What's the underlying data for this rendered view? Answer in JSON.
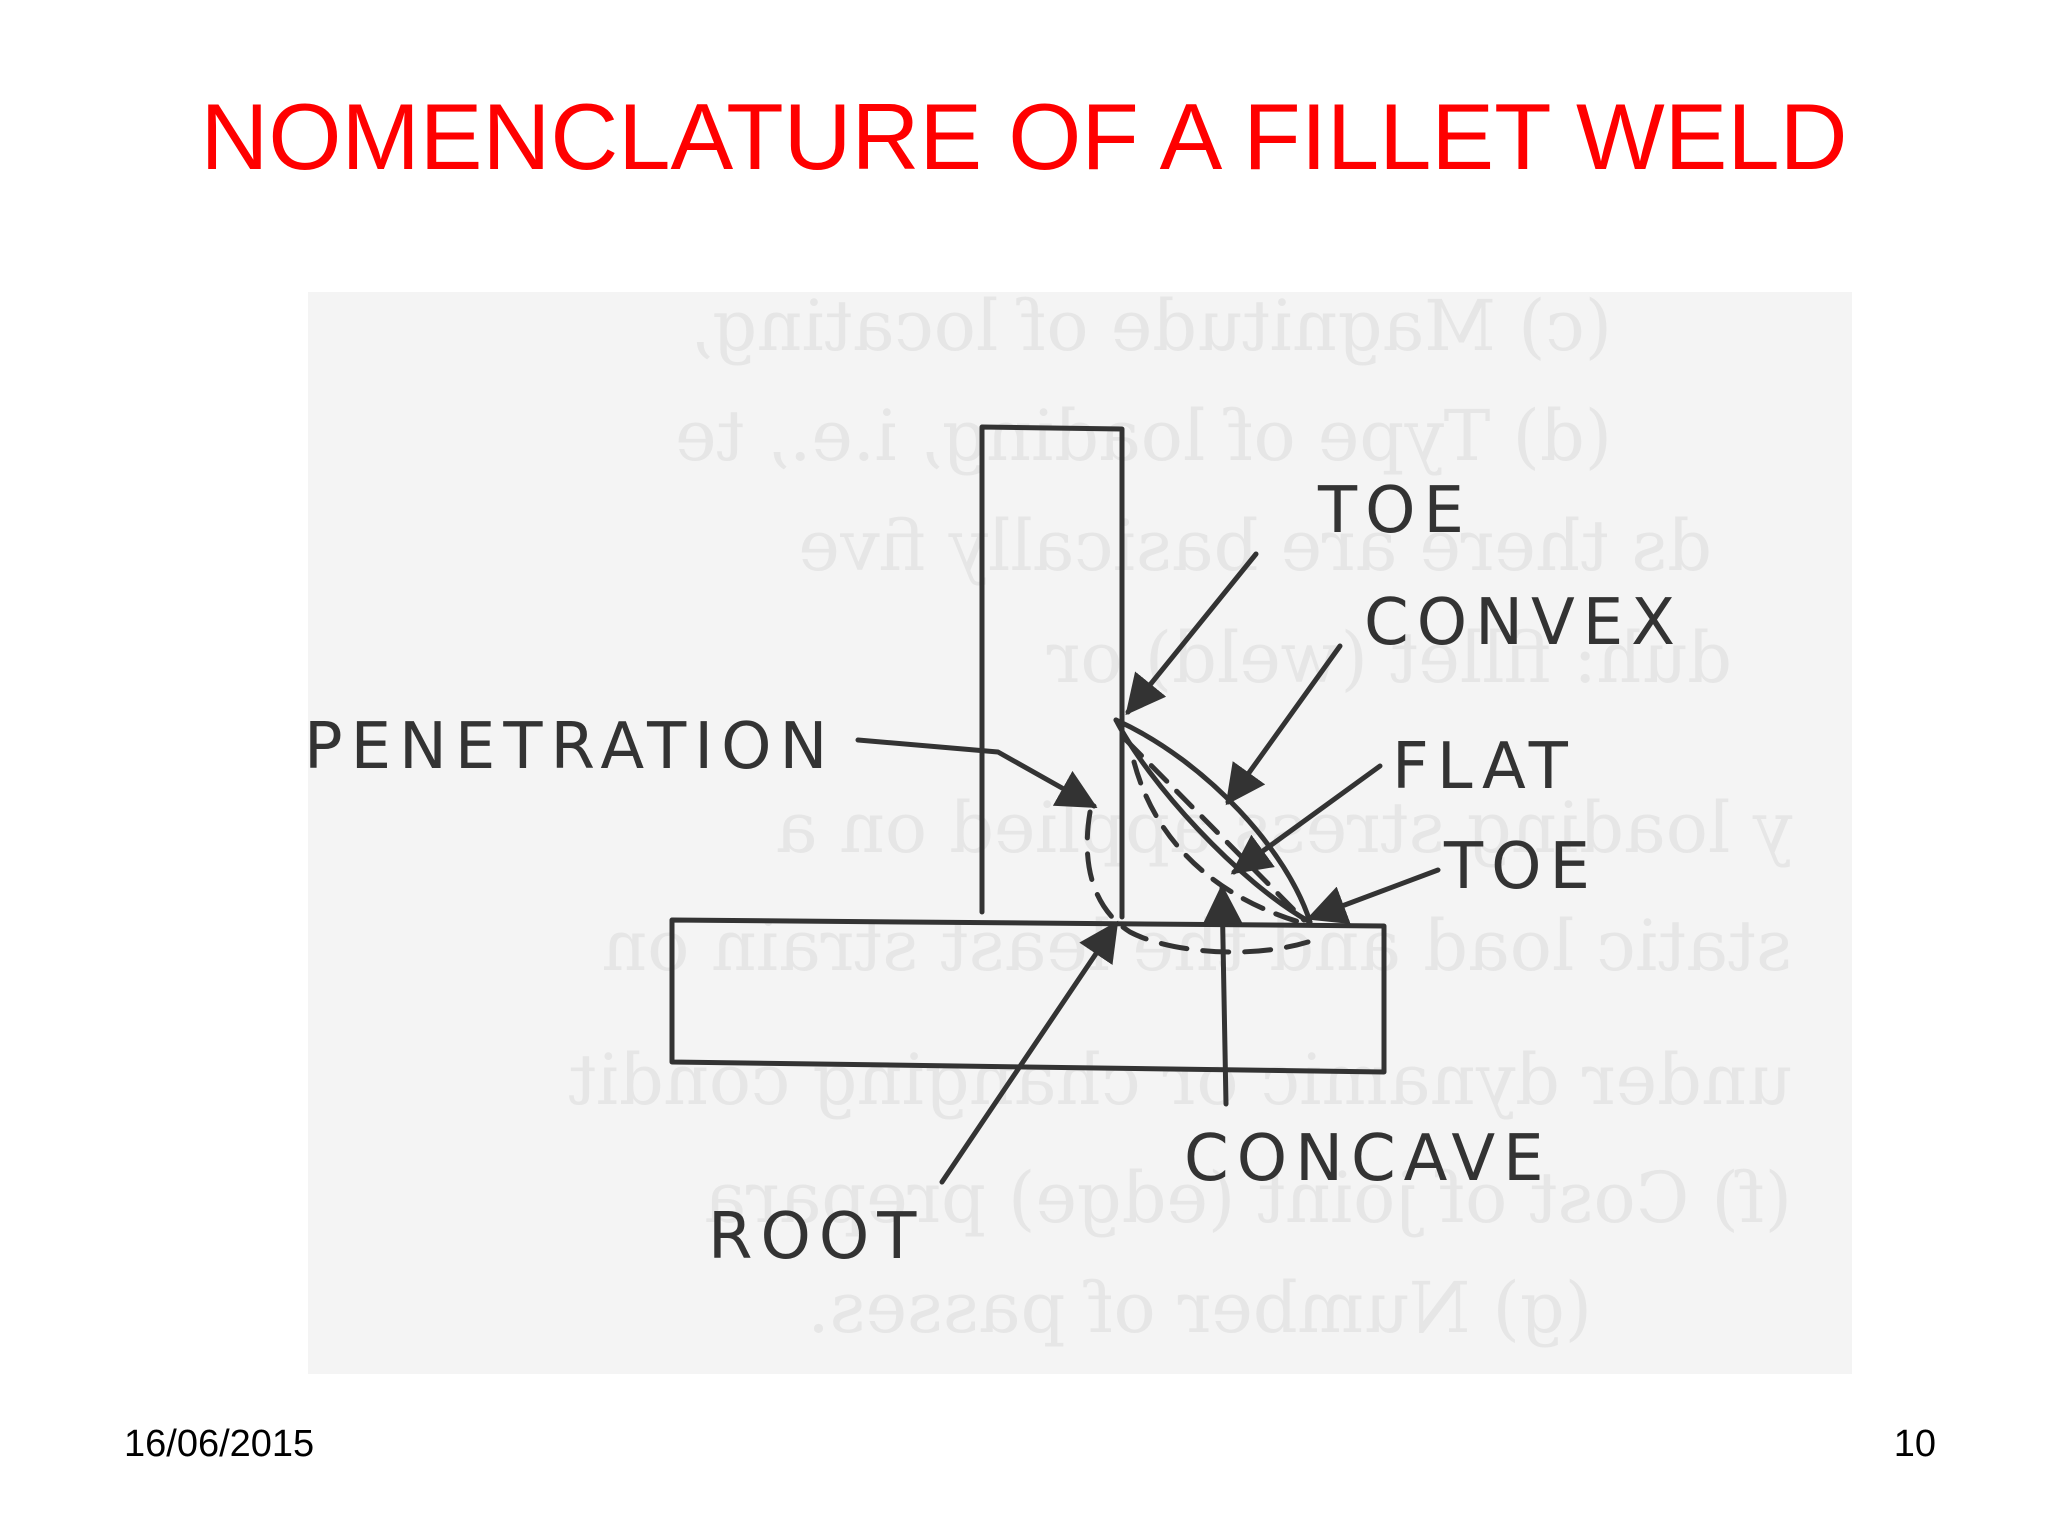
{
  "slide": {
    "title": "NOMENCLATURE OF A FILLET WELD",
    "date": "16/06/2015",
    "page_number": "10"
  },
  "diagram": {
    "labels": {
      "toe_top": "TOE",
      "convex": "CONVEX",
      "penetration": "PENETRATION",
      "flat": "FLAT",
      "toe_bottom": "TOE",
      "concave": "CONCAVE",
      "root": "ROOT"
    },
    "bleed_through_text": [
      "(c) Magnitude of locating,",
      "(d) Type of loading, i.e., te",
      "ds there are basically five",
      "duh: fillet (weld) or",
      "y loading stress applied on a",
      "static load and the least strain on",
      "under dynamic or changing condit",
      "(f) Cost of joint (edge) prepara",
      "(g) Number of passes."
    ]
  },
  "colors": {
    "title": "#ff0000",
    "line_art": "#333333",
    "panel_background": "#f4f4f4"
  }
}
